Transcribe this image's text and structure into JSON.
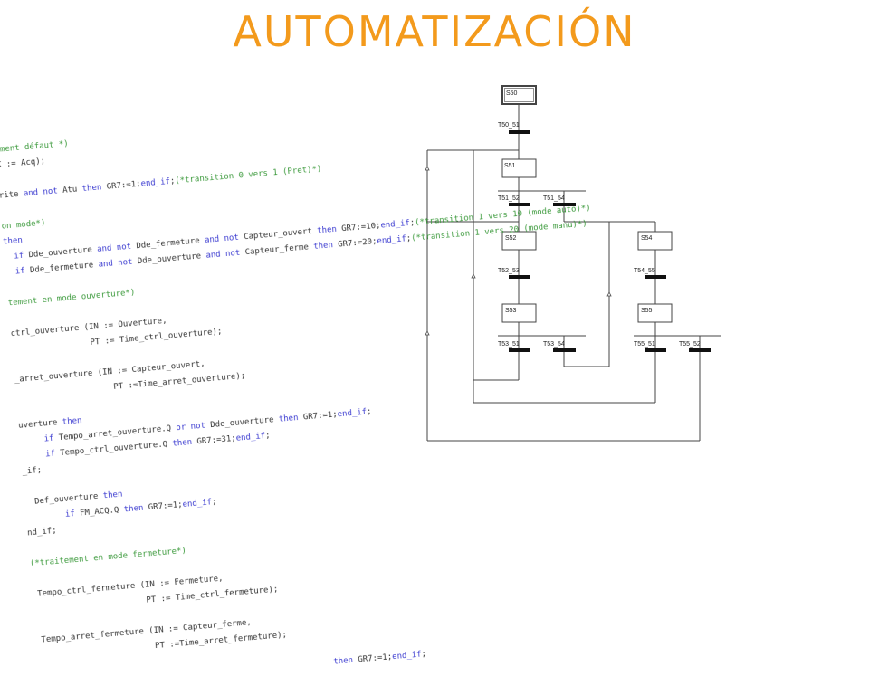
{
  "title": "AUTOMATIZACIÓN",
  "code_lines": [
    "nment défaut *)",
    "K := Acq);",
    "",
    "rite and not Atu then GR7:=1;end_if;(*transition 0 vers 1 (Pret)*)",
    "",
    "on mode*)",
    "then",
    "  if Dde_ouverture and not Dde_fermeture and not Capteur_ouvert then GR7:=10;end_if;(*transition 1 vers 10 (mode auto)*)",
    "  if Dde_fermeture and not Dde_ouverture and not Capteur_ferme then GR7:=20;end_if;(*transition 1 vers 20 (mode manu)*)",
    "",
    "tement en mode ouverture*)",
    "",
    "ctrl_ouverture (IN := Ouverture,",
    "                PT := Time_ctrl_ouverture);",
    "",
    "_arret_ouverture (IN := Capteur_ouvert,",
    "                    PT :=Time_arret_ouverture);",
    "",
    "uverture then",
    "     if Tempo_arret_ouverture.Q or not Dde_ouverture then GR7:=1;end_if;",
    "     if Tempo_ctrl_ouverture.Q then GR7:=31;end_if;",
    "_if;",
    "",
    "  Def_ouverture then",
    "        if FM_ACQ.Q then GR7:=1;end_if;",
    "nd_if;",
    "",
    "(*traitement en mode fermeture*)",
    "",
    " Tempo_ctrl_fermeture (IN := Fermeture,",
    "                       PT := Time_ctrl_fermeture);",
    "",
    " Tempo_arret_fermeture (IN := Capteur_ferme,",
    "                        PT :=Time_arret_fermeture);",
    "",
    "                                                            then GR7:=1;end_if;"
  ],
  "grafcet": {
    "steps": {
      "s50": "S50",
      "s51": "S51",
      "s52": "S52",
      "s53": "S53",
      "s54": "S54",
      "s55": "S55"
    },
    "transitions": {
      "t50_51": "T50_51",
      "t51_52": "T51_52",
      "t51_54": "T51_54",
      "t52_53": "T52_53",
      "t54_55": "T54_55",
      "t53_51": "T53_51",
      "t53_54": "T53_54",
      "t55_51": "T55_51",
      "t55_52": "T55_52"
    }
  },
  "colors": {
    "title": "#f39a1c",
    "keyword": "#3a3ad0",
    "comment": "#3c9a3c"
  }
}
